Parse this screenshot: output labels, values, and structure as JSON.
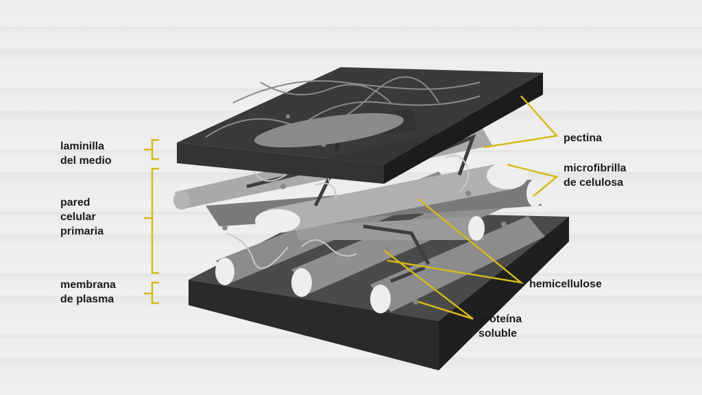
{
  "labels": {
    "middle_lamella": "laminilla\ndel medio",
    "primary_wall": "pared\ncelular\nprimaria",
    "plasma_membrane": "membrana\nde plasma",
    "pectin": "pectina",
    "cellulose_microfibril": "microfibrilla\nde celulosa",
    "hemicellulose": "hemicellulose",
    "soluble_protein": "proteína\nsoluble"
  },
  "colors": {
    "callout": "#d6b91a",
    "slab": "#2b2b2b",
    "fiber": "#a8a8a8"
  }
}
